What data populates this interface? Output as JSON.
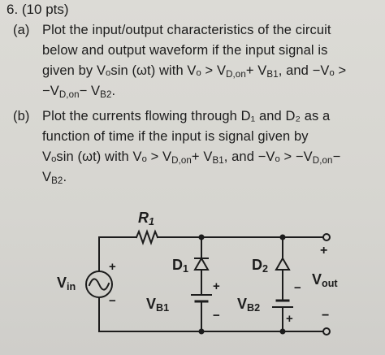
{
  "question": {
    "number": "6. (10 pts)",
    "part_a": {
      "label": "(a)",
      "lines": [
        "Plot the input/output characteristics of the circuit",
        "below  and output waveform if the input signal is",
        "given by Vₒsin (ωt) with Vₒ > V",
        "−V"
      ],
      "line3_sub1": "D,on",
      "line3_plus": "+ V",
      "line3_sub2": "B1",
      "line3_tail": ", and −Vₒ >",
      "line4_sub1": "D,on",
      "line4_minus": "− V",
      "line4_sub2": "B2",
      "line4_tail": "."
    },
    "part_b": {
      "label": "(b)",
      "line1": "Plot the currents flowing through D₁ and D₂ as a",
      "line2": "function of time if the input is signal given by",
      "line3_head": "Vₒsin (ωt) with Vₒ > V",
      "line3_sub1": "D,on",
      "line3_plus": "+ V",
      "line3_sub2": "B1",
      "line3_mid": ", and −Vₒ > −V",
      "line3_sub3": "D,on",
      "line3_tail": "−",
      "line4_head": "V",
      "line4_sub": "B2",
      "line4_tail": "."
    }
  },
  "circuit": {
    "r1": "R",
    "r1_sub": "1",
    "vin": "V",
    "vin_sub": "in",
    "d1": "D",
    "d1_sub": "1",
    "d2": "D",
    "d2_sub": "2",
    "vb1": "V",
    "vb1_sub": "B1",
    "vb2": "V",
    "vb2_sub": "B2",
    "vout": "V",
    "vout_sub": "out",
    "plus": "+",
    "minus": "−"
  }
}
